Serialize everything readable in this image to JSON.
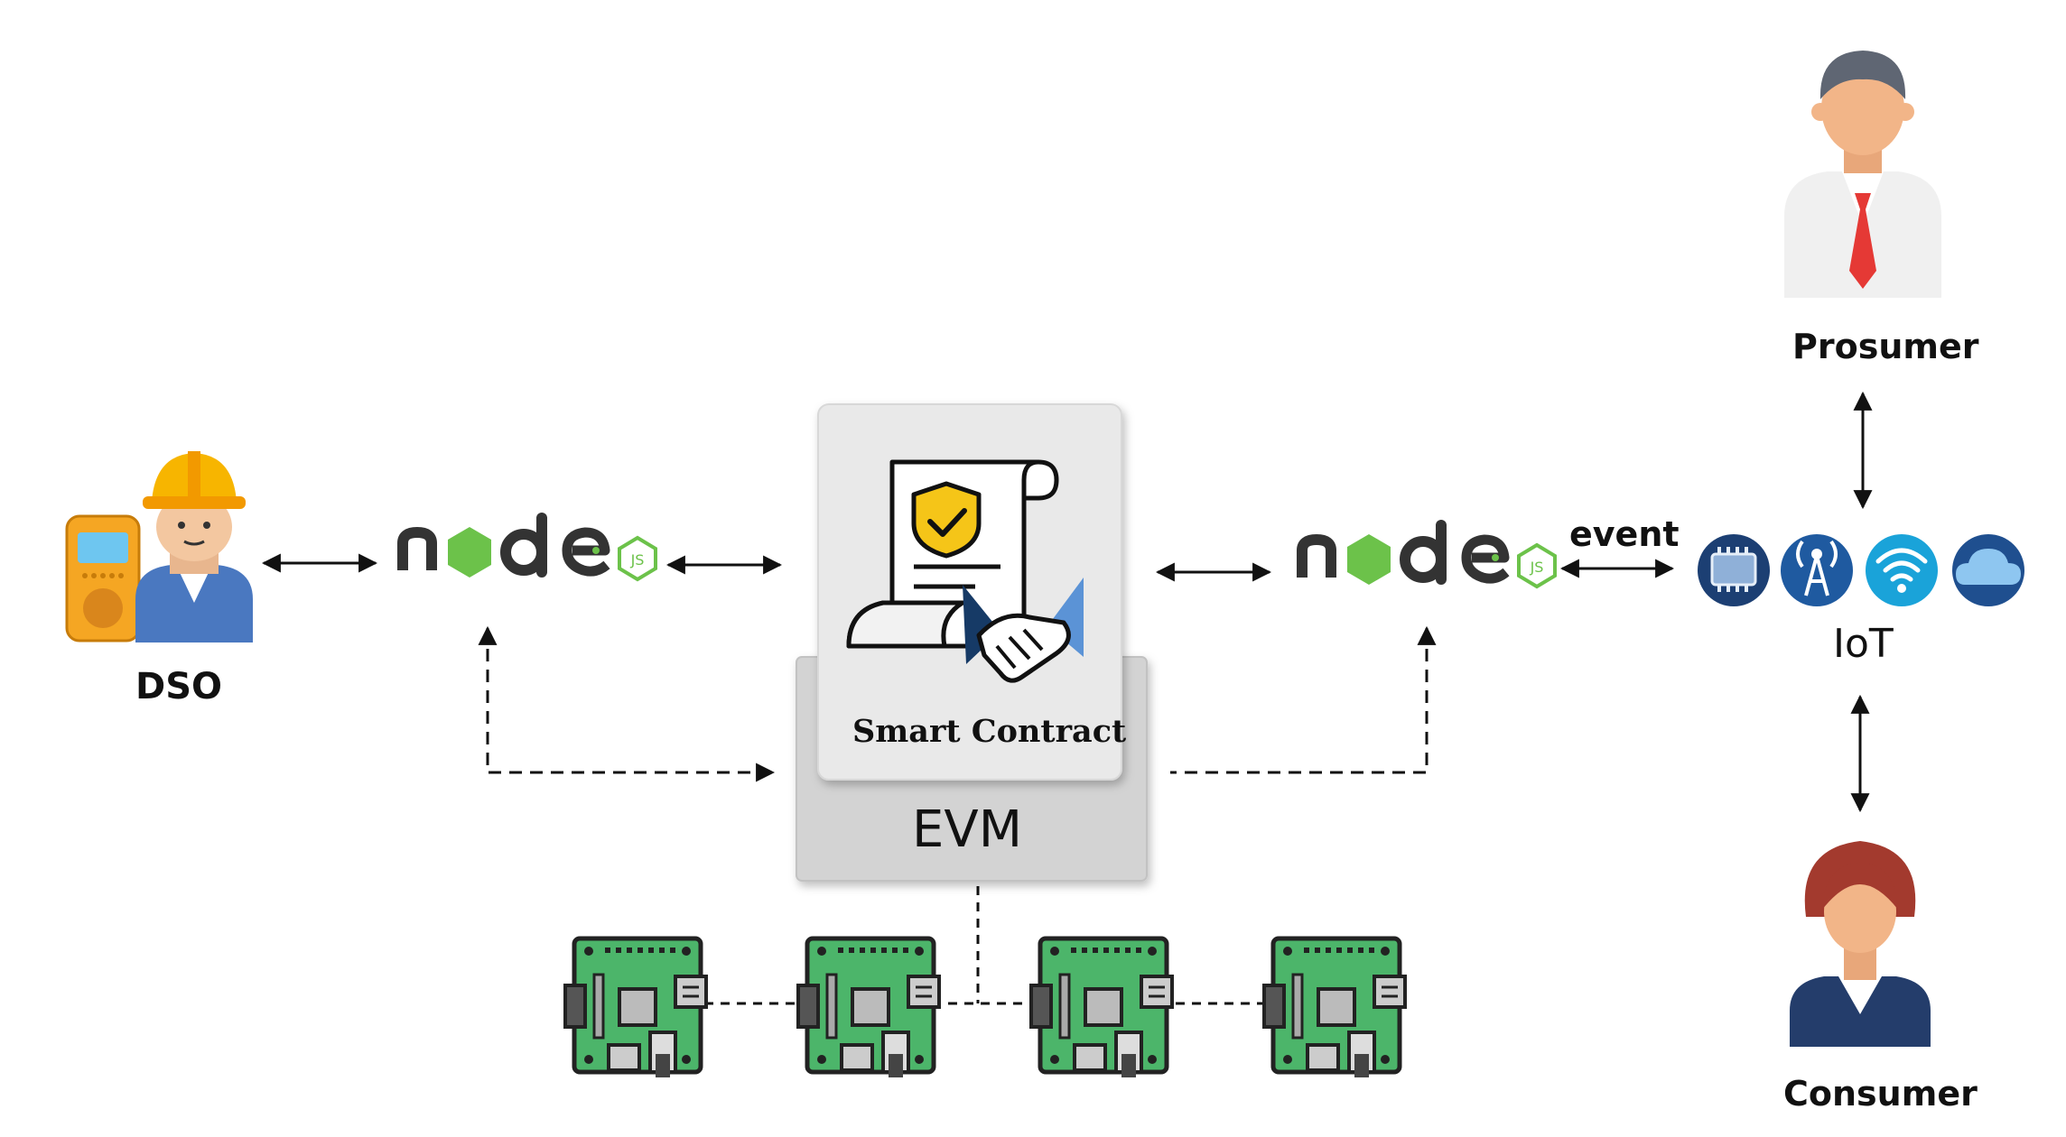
{
  "actors": {
    "dso": "DSO",
    "prosumer": "Prosumer",
    "consumer": "Consumer",
    "iot": "IoT"
  },
  "links": {
    "event": "event"
  },
  "core": {
    "smart_contract": "Smart Contract",
    "evm": "EVM"
  },
  "nodejs_logo": {
    "wordmark": "node",
    "badge": "JS"
  },
  "colors": {
    "node_dark": "#333333",
    "node_green": "#6cc24a",
    "board_green": "#4cb56a",
    "iot_blue": "#1f4f8f",
    "shield_yellow": "#f5c518",
    "tie_red": "#e53935",
    "panel_gray": "#d6d6d6"
  },
  "icons": [
    "dso-engineer-icon",
    "nodejs-logo-icon",
    "smart-contract-scroll-icon",
    "handshake-icon",
    "shield-check-icon",
    "raspberry-board-icon",
    "prosumer-person-icon",
    "consumer-person-icon",
    "iot-chip-icon",
    "iot-antenna-icon",
    "iot-wifi-icon",
    "iot-cloud-icon"
  ]
}
